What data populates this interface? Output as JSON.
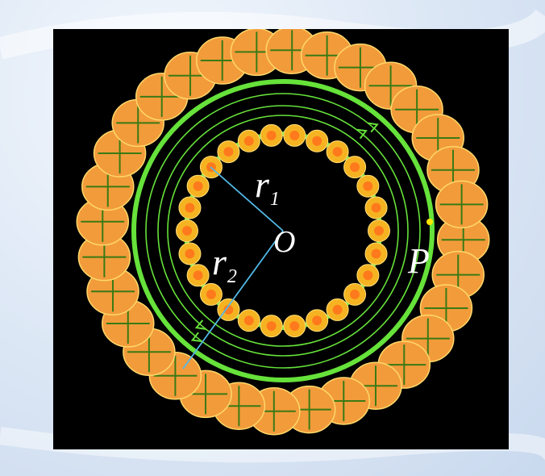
{
  "labels": {
    "r1_main": "r",
    "r1_sub": "1",
    "r2_main": "r",
    "r2_sub": "2",
    "center": "O",
    "point": "P"
  },
  "colors": {
    "background": "#000000",
    "ring": "#66e23a",
    "field_lines": "#66e23a",
    "inner_conductor_outer": "#f5b322",
    "inner_conductor_inner": "#ff7a1c",
    "outer_conductor_fill": "#f29b3b",
    "outer_conductor_edge": "#ffd86a",
    "plus_sign": "#3a7a14",
    "radius_lines": "#52b8e6",
    "point_marker": "#ffe600",
    "label_text": "#ffffff"
  },
  "icons": {
    "inner_conductor": "current-out-dot-icon",
    "outer_conductor": "current-in-cross-icon"
  }
}
